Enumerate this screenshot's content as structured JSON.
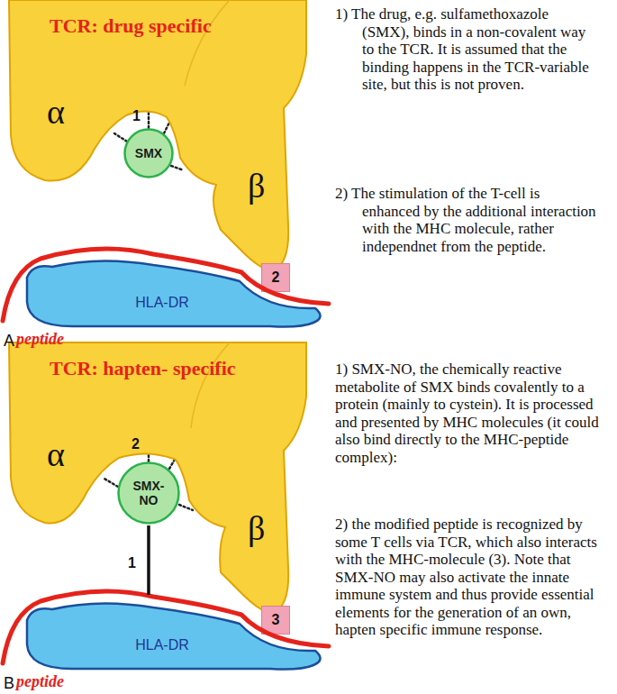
{
  "diagram": {
    "nodes": [
      {
        "text": [
          "TCR: drug specific",
          "α",
          "β"
        ]
      },
      {
        "text": [
          "SMX"
        ]
      },
      {
        "text": [
          "2"
        ]
      },
      {
        "text": [
          "HLA-DR"
        ]
      },
      {
        "text": [
          "TCR: hapten- specific",
          "α",
          "β"
        ]
      },
      {
        "text": [
          "SMX-NO"
        ]
      },
      {
        "text": [
          "3"
        ]
      },
      {
        "text": [
          "HLA-DR"
        ]
      }
    ],
    "edges": [
      {
        "from": 1,
        "to": 0,
        "arrow": "none"
      },
      {
        "from": 5,
        "to": 4,
        "arrow": "none"
      }
    ],
    "labels": [
      "A",
      "peptide",
      "1",
      "1) The drug, e.g. sulfamethoxazole (SMX), binds in a non-covalent way to the TCR. It is assumed that the binding happens in the TCR-variable site, but this is not proven.",
      "2) The stimulation of the T-cell is enhanced by the additional interaction with the MHC molecule, rather independnet from the peptide.",
      "B",
      "peptide",
      "2",
      "1",
      "1) SMX-NO, the chemically reactive metabolite of SMX binds covalently to a protein (mainly to cystein). It is processed and presented by MHC molecules (it could also bind directly to the MHC-peptide complex):",
      "2) the modified peptide is recognized by some T cells via TCR, which also interacts with the MHC-molecule (3). Note that SMX-NO may also activate the innate immune system and thus provide essential elements for the generation of an own, hapten specific immune response."
    ]
  }
}
